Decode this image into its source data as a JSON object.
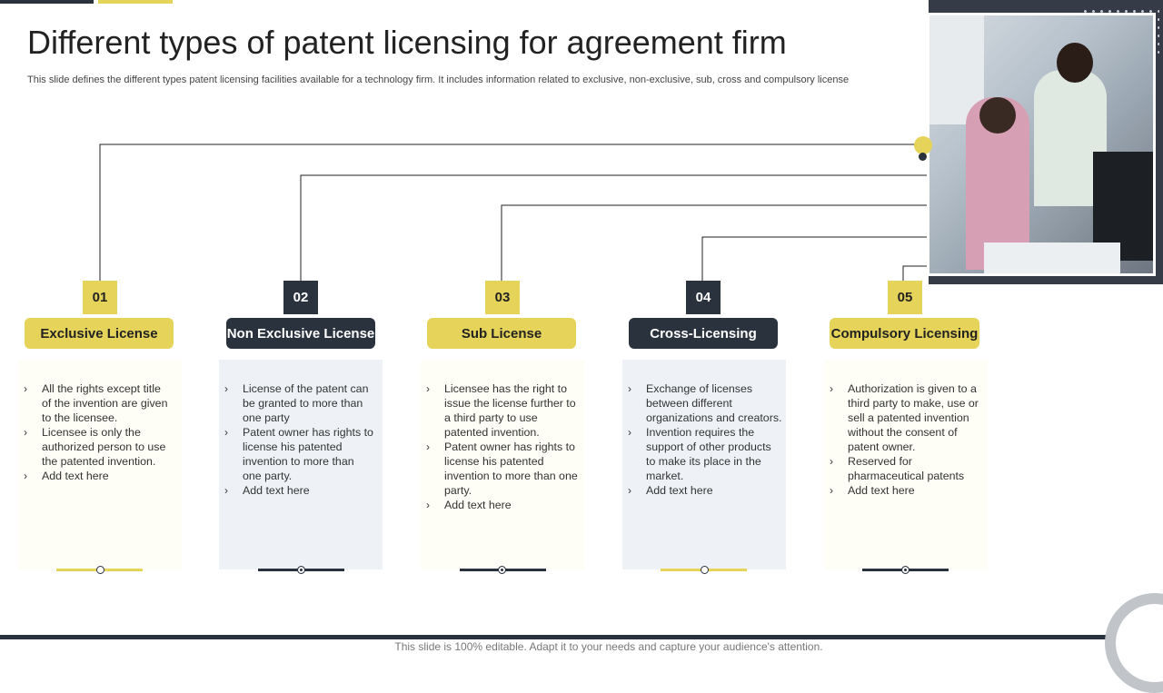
{
  "slide": {
    "title": "Different types of patent licensing for agreement firm",
    "subtitle": "This slide defines the different types patent licensing facilities available for a technology firm. It includes information related to exclusive, non-exclusive, sub, cross and compulsory license",
    "footer": "This slide is 100% editable. Adapt it to your needs and capture your audience's attention."
  },
  "colors": {
    "accent_yellow": "#e6d35a",
    "accent_dark": "#2a323e",
    "card_light": "#fefef6",
    "card_blue": "#eef2f6"
  },
  "licenses": [
    {
      "number": "01",
      "label": "Exclusive License",
      "points": [
        "All the rights except title of the invention are given to the licensee.",
        "Licensee is only the authorized person to use the patented invention.",
        "Add text here"
      ]
    },
    {
      "number": "02",
      "label": "Non Exclusive License",
      "points": [
        "License of the patent can be granted to more than one party",
        "Patent owner has rights to license his patented invention to more than one party.",
        "Add text here"
      ]
    },
    {
      "number": "03",
      "label": "Sub License",
      "points": [
        "Licensee has the right to issue the license further to a third party to use patented invention.",
        "Patent owner has rights to license his patented invention to more than one party.",
        "Add text here"
      ]
    },
    {
      "number": "04",
      "label": "Cross-Licensing",
      "points": [
        "Exchange of licenses between different organizations and creators.",
        "Invention requires the support of other products to make its place in the market.",
        "Add text here"
      ]
    },
    {
      "number": "05",
      "label": "Compulsory Licensing",
      "points": [
        "Authorization is given to a third party to make, use or sell a patented invention without the consent of patent owner.",
        "Reserved for pharmaceutical patents",
        "Add text here"
      ]
    }
  ]
}
